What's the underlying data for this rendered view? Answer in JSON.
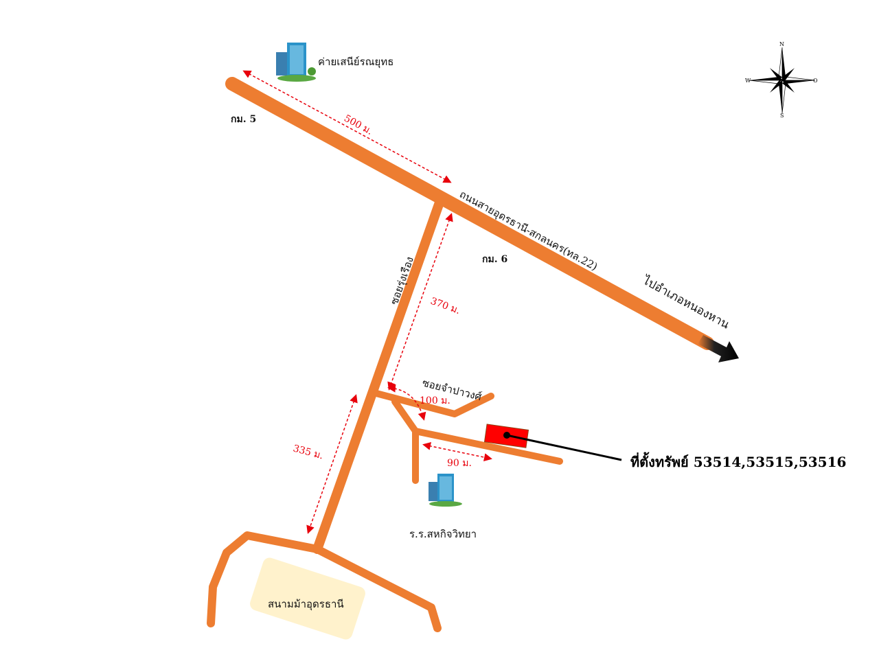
{
  "roads": {
    "main_road": "ถนนสายอุดรธานี-สกลนคร(ทล.22)",
    "direction": "ไปอำเภอหนองหาน",
    "soi_rung_rueang": "ซอยรุ่งเรือง",
    "soi_champawong": "ซอยจำปาวงศ์"
  },
  "markers": {
    "km5": "กม. 5",
    "km6": "กม. 6"
  },
  "distances": {
    "d500": "500 ม.",
    "d370": "370 ม.",
    "d100": "100 ม.",
    "d90": "90 ม.",
    "d335": "335 ม."
  },
  "places": {
    "camp": "ค่ายเสนีย์รณยุทธ",
    "school": "ร.ร.สหกิจวิทยา",
    "racecourse": "สนามม้าอุดรธานี",
    "property": "ที่ตั้งทรัพย์ 53514,53515,53516"
  },
  "compass": {
    "n": "N",
    "w": "W",
    "e": "O",
    "s": "S"
  },
  "colors": {
    "road": "#ed7d31",
    "distance": "#e8000b",
    "property": "#ff0000",
    "racecourse": "#fff2cc"
  }
}
